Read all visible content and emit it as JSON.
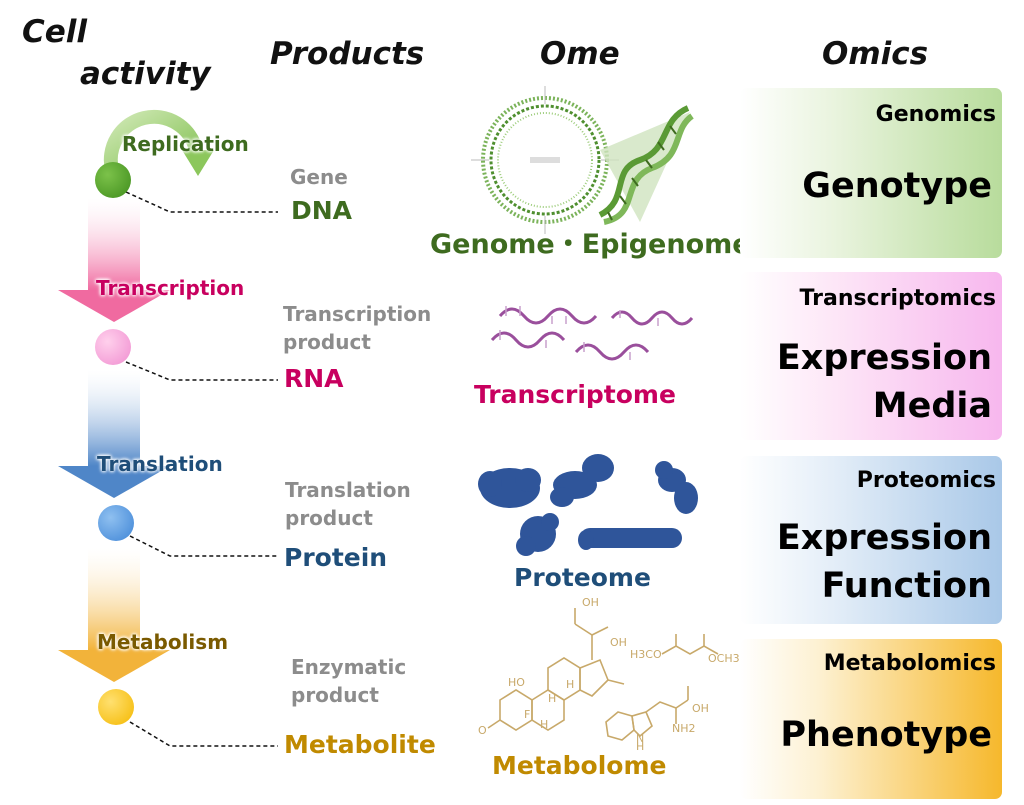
{
  "headers": {
    "cell_activity_line1": "Cell",
    "cell_activity_line2": "activity",
    "products": "Products",
    "ome": "Ome",
    "omics": "Omics"
  },
  "activities": {
    "replication": "Replication",
    "transcription": "Transcription",
    "translation": "Translation",
    "metabolism": "Metabolism"
  },
  "products": {
    "dna": {
      "type": "Gene",
      "name": "DNA"
    },
    "rna": {
      "type_line1": "Transcription",
      "type_line2": "product",
      "name": "RNA"
    },
    "protein": {
      "type_line1": "Translation",
      "type_line2": "product",
      "name": "Protein"
    },
    "metabolite": {
      "type_line1": "Enzymatic",
      "type_line2": "product",
      "name": "Metabolite"
    }
  },
  "omes": {
    "genome": "Genome・Epigenome",
    "transcriptome": "Transcriptome",
    "proteome": "Proteome",
    "metabolome": "Metabolome"
  },
  "omics": {
    "genomics": {
      "title": "Genomics",
      "trait_line1": "Genotype"
    },
    "transcriptomics": {
      "title": "Transcriptomics",
      "trait_line1": "Expression",
      "trait_line2": "Media"
    },
    "proteomics": {
      "title": "Proteomics",
      "trait_line1": "Expression",
      "trait_line2": "Function"
    },
    "metabolomics": {
      "title": "Metabolomics",
      "trait_line1": "Phenotype"
    }
  },
  "chemical_labels": {
    "methyl_ester_left": "H3CO",
    "methyl_ester_right": "OCH3",
    "oh_top": "OH",
    "oh_mid": "OH",
    "ho_left": "HO",
    "h_a": "H",
    "h_b": "H",
    "f": "F",
    "h_c": "H",
    "o_ring": "O",
    "oh_acid": "OH",
    "nh2": "NH2",
    "nh_indole": "H",
    "n_indole": "N"
  },
  "colors": {
    "green": "#3e6b1f",
    "magenta": "#c8005f",
    "blue": "#1f4e79",
    "gold": "#c08a00",
    "gray_text": "#8c8c8c"
  }
}
